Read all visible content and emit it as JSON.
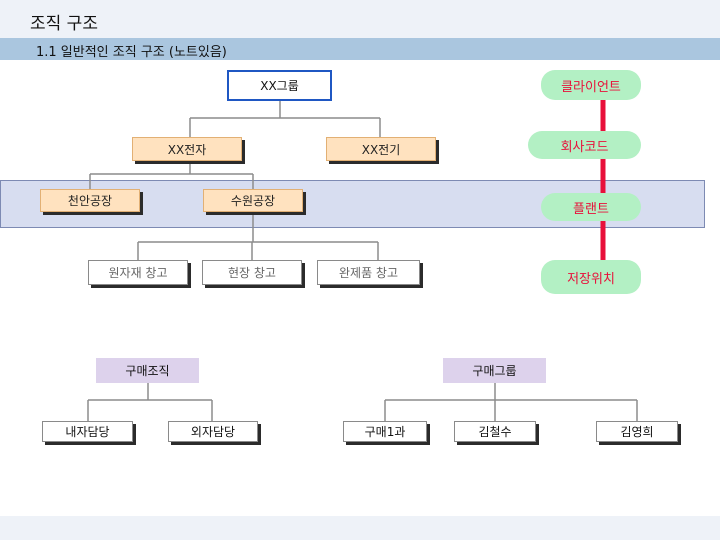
{
  "header": {
    "title": "조직 구조",
    "subtitle": "1.1 일반적인 조직 구조 (노트있음)"
  },
  "org": {
    "group": "XX그룹",
    "company_a": "XX전자",
    "company_b": "XX전기",
    "plant_a": "천안공장",
    "plant_b": "수원공장",
    "storage_1": "원자재 창고",
    "storage_2": "현장 창고",
    "storage_3": "완제품 창고"
  },
  "levels": {
    "client": "클라이언트",
    "company_code": "회사코드",
    "plant": "플랜트",
    "storage_location": "저장위치"
  },
  "purchasing": {
    "org": "구매조직",
    "org_children": [
      "내자담당",
      "외자담당"
    ],
    "group": "구매그룹",
    "group_children": [
      "구매1과",
      "김철수",
      "김영희"
    ]
  },
  "colors": {
    "level_line": "#e8103a",
    "level_text": "#e8103a",
    "level_bg": "#b3f0c4",
    "group_border": "#1f57c3",
    "company_bg": "#ffe2bf",
    "band_bg": "#d7ddf0",
    "purch_bg": "#ddd2ec"
  }
}
